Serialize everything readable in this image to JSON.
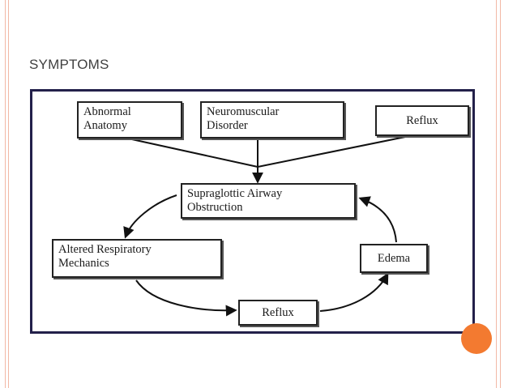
{
  "slide": {
    "title": "SYMPTOMS"
  },
  "diagram": {
    "nodes": {
      "abnormal_anatomy": {
        "line1": "Abnormal",
        "line2": "Anatomy"
      },
      "neuromuscular_disorder": {
        "line1": "Neuromuscular",
        "line2": "Disorder"
      },
      "reflux_top": {
        "label": "Reflux"
      },
      "supraglottic_obstruction": {
        "line1": "Supraglottic Airway",
        "line2": "Obstruction"
      },
      "altered_mechanics": {
        "line1": "Altered Respiratory",
        "line2": "Mechanics"
      },
      "edema": {
        "label": "Edema"
      },
      "reflux_bottom": {
        "label": "Reflux"
      }
    },
    "edges": [
      {
        "from": "abnormal_anatomy",
        "to": "supraglottic_obstruction"
      },
      {
        "from": "neuromuscular_disorder",
        "to": "supraglottic_obstruction"
      },
      {
        "from": "reflux_top",
        "to": "supraglottic_obstruction"
      },
      {
        "from": "supraglottic_obstruction",
        "to": "altered_mechanics"
      },
      {
        "from": "altered_mechanics",
        "to": "reflux_bottom"
      },
      {
        "from": "reflux_bottom",
        "to": "edema"
      },
      {
        "from": "edema",
        "to": "supraglottic_obstruction"
      }
    ]
  },
  "colors": {
    "frame": "#23204a",
    "accent_circle": "#f37a30",
    "rule": "#f2b8a6"
  }
}
